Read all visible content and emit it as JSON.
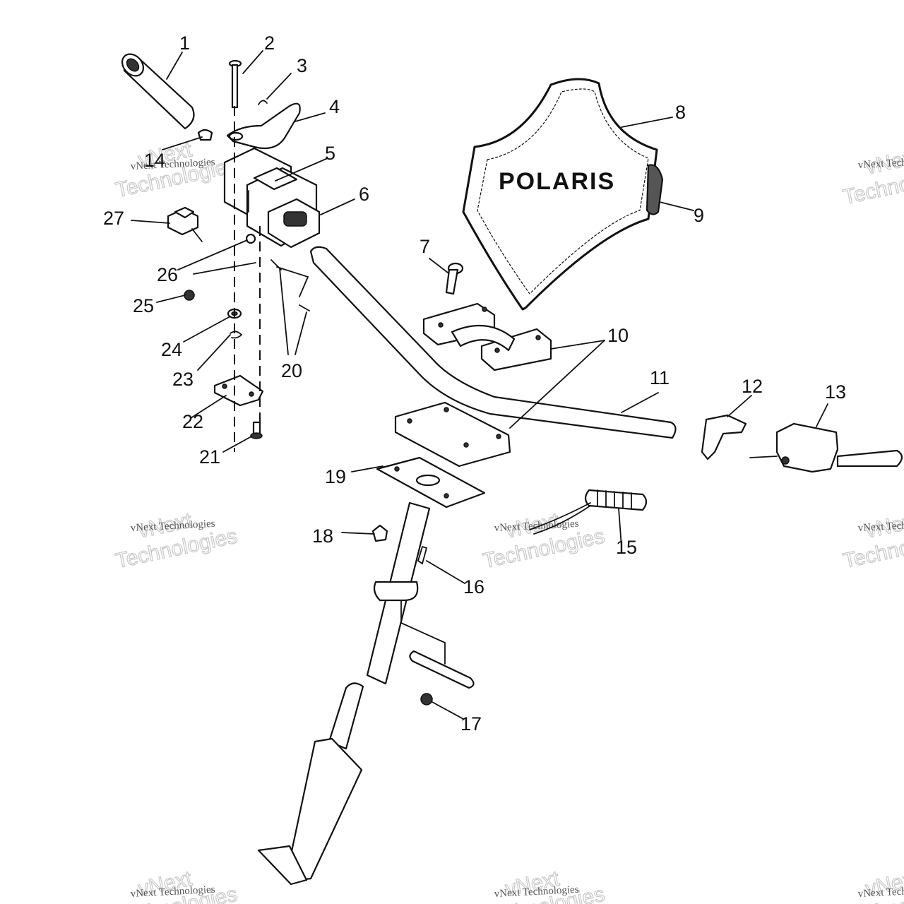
{
  "diagram": {
    "logo": "POLARIS",
    "watermark": {
      "line1": "vNext",
      "line2": "Technologies",
      "small": "vNext Technologies"
    },
    "callouts": {
      "c1": "1",
      "c2": "2",
      "c3": "3",
      "c4": "4",
      "c5": "5",
      "c6": "6",
      "c7": "7",
      "c8": "8",
      "c9": "9",
      "c10": "10",
      "c11": "11",
      "c12": "12",
      "c13": "13",
      "c14": "14",
      "c15": "15",
      "c16": "16",
      "c17": "17",
      "c18": "18",
      "c19": "19",
      "c20": "20",
      "c21": "21",
      "c22": "22",
      "c23": "23",
      "c24": "24",
      "c25": "25",
      "c26": "26",
      "c27": "27"
    }
  }
}
